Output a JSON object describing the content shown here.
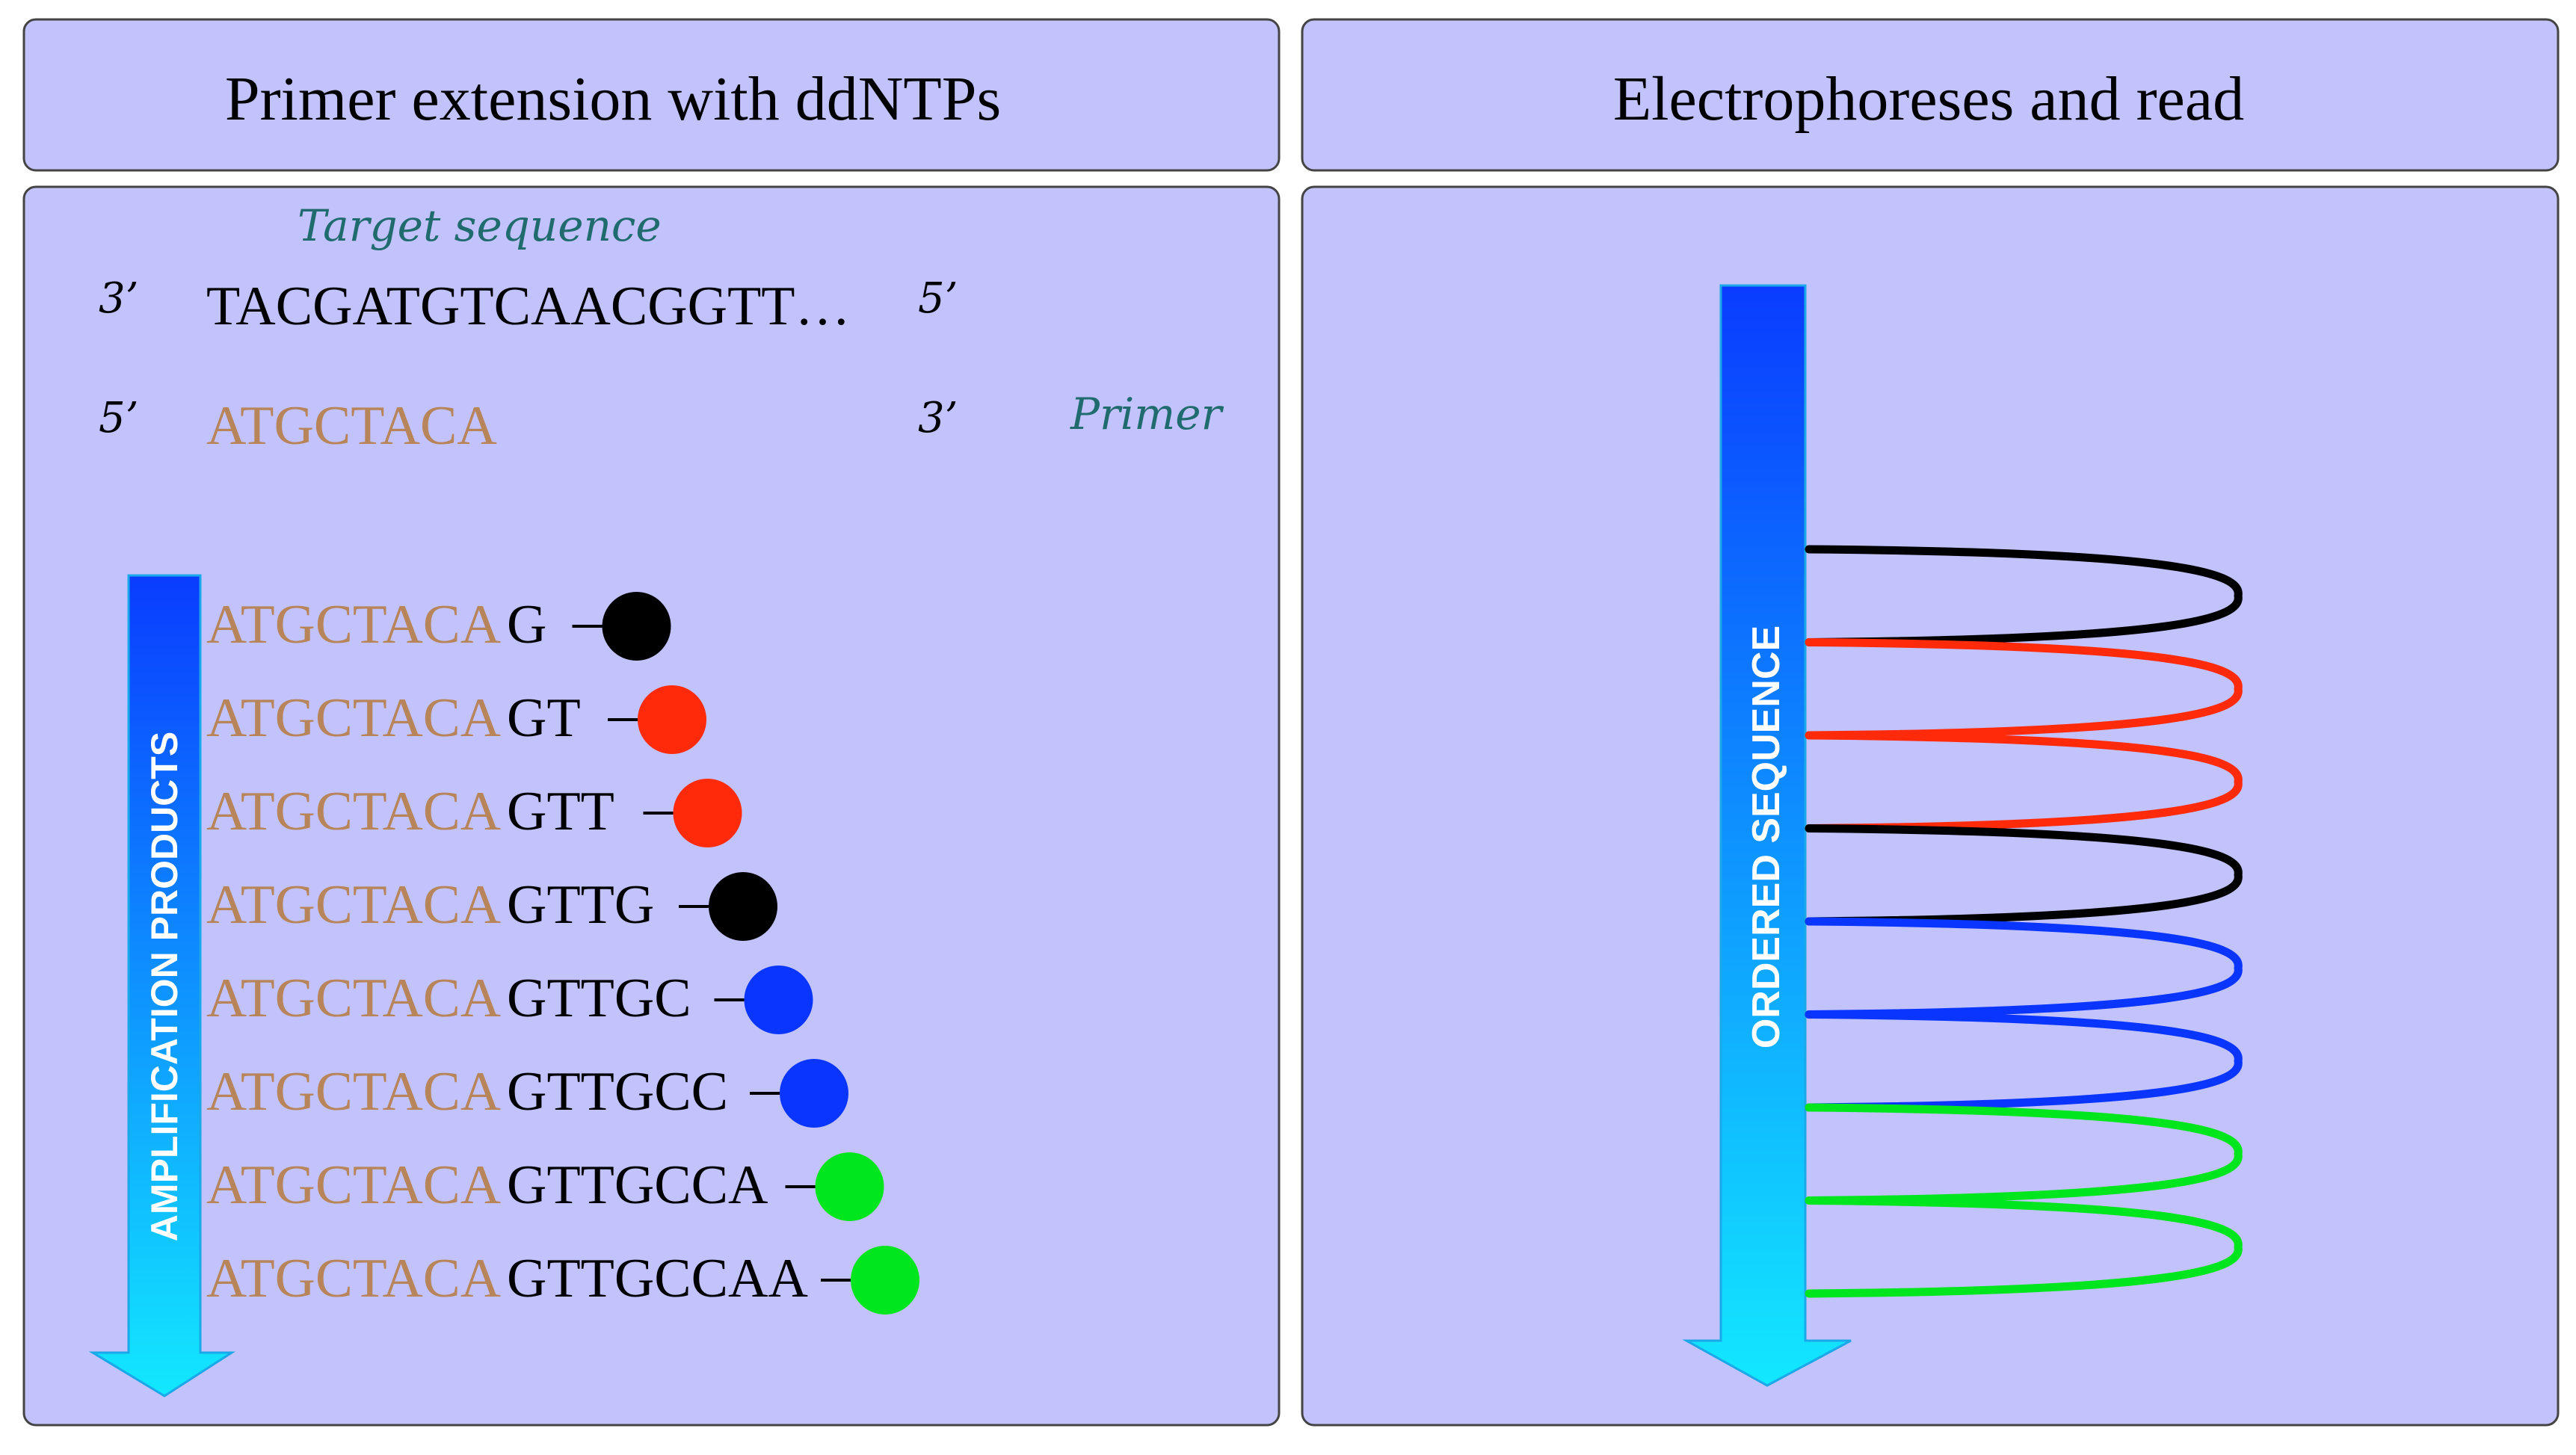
{
  "panels": {
    "left_header": "Primer extension with ddNTPs",
    "right_header": "Electrophoreses and read"
  },
  "target": {
    "caption": "Target sequence",
    "left_end": "3’",
    "sequence": "TACGATGTCAACGGTT…",
    "right_end": "5’"
  },
  "primer": {
    "left_end": "5’",
    "sequence": "ATGCTACA",
    "right_end": "3’",
    "caption": "Primer"
  },
  "products": {
    "arrow_label": "AMPLIFICATION PRODUCTS",
    "items": [
      {
        "primer": "ATGCTACA",
        "extension": "G",
        "dye": "black"
      },
      {
        "primer": "ATGCTACA",
        "extension": "GT",
        "dye": "red"
      },
      {
        "primer": "ATGCTACA",
        "extension": "GTT",
        "dye": "red"
      },
      {
        "primer": "ATGCTACA",
        "extension": "GTTG",
        "dye": "black"
      },
      {
        "primer": "ATGCTACA",
        "extension": "GTTGC",
        "dye": "blue"
      },
      {
        "primer": "ATGCTACA",
        "extension": "GTTGCC",
        "dye": "blue"
      },
      {
        "primer": "ATGCTACA",
        "extension": "GTTGCCA",
        "dye": "green"
      },
      {
        "primer": "ATGCTACA",
        "extension": "GTTGCCAA",
        "dye": "green"
      }
    ]
  },
  "read": {
    "arrow_label": "ORDERED SEQUENCE",
    "loop_colors": [
      "black",
      "red",
      "red",
      "black",
      "blue",
      "blue",
      "green",
      "green"
    ]
  },
  "colors": {
    "panel_fill": "#c2c2fd",
    "panel_border": "#444444",
    "primer_text": "#b8845a",
    "caption_text": "#1f6b6e",
    "dye_black": "#000000",
    "dye_red": "#ff2a0a",
    "dye_blue": "#0a35ff",
    "dye_green": "#00e61e",
    "arrow_top": "#0a3cff",
    "arrow_bottom": "#12e8ff"
  }
}
